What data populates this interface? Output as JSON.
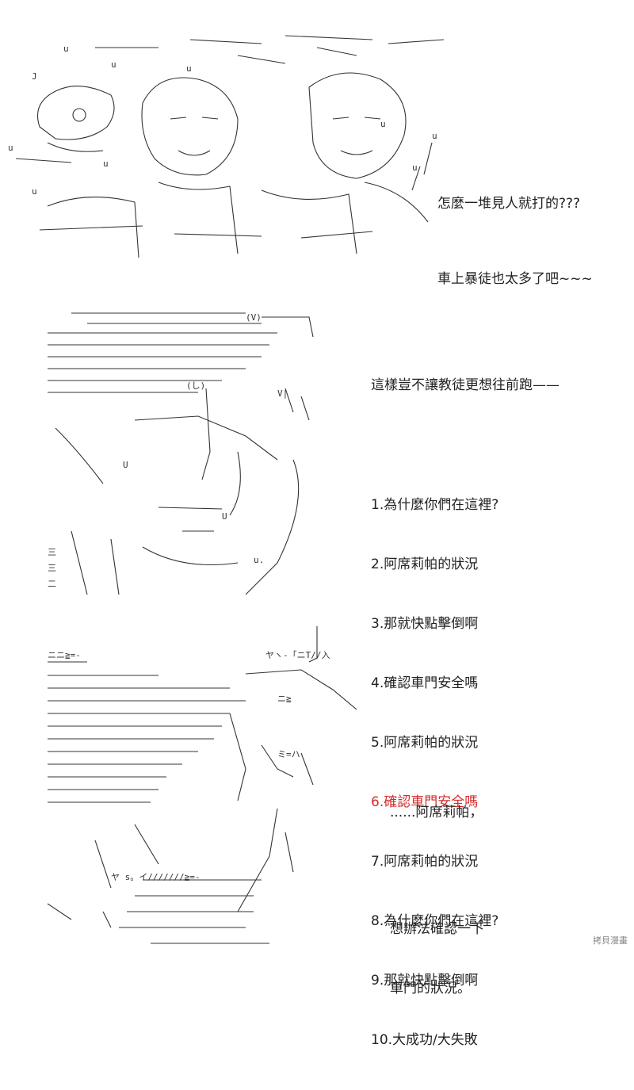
{
  "panel1": {
    "lines": [
      "怎麼一堆見人就打的???",
      "車上暴徒也太多了吧~~~"
    ]
  },
  "panel2": {
    "intro": "這樣豈不讓教徒更想往前跑——",
    "items": [
      {
        "text": "1.為什麼你們在這裡?",
        "highlight": false
      },
      {
        "text": "2.阿席莉帕的狀況",
        "highlight": false
      },
      {
        "text": "3.那就快點擊倒啊",
        "highlight": false
      },
      {
        "text": "4.確認車門安全嗎",
        "highlight": false
      },
      {
        "text": "5.阿席莉帕的狀況",
        "highlight": false
      },
      {
        "text": "6.確認車門安全嗎",
        "highlight": true
      },
      {
        "text": "7.阿席莉帕的狀況",
        "highlight": false
      },
      {
        "text": "8.為什麼你們在這裡?",
        "highlight": false
      },
      {
        "text": "9.那就快點擊倒啊",
        "highlight": false
      },
      {
        "text": "10.大成功/大失敗",
        "highlight": false
      }
    ]
  },
  "panel3": {
    "line1": "......阿席莉帕，",
    "line2": "想辦法確認一下",
    "line3": "車門的狀況。"
  },
  "watermark": "拷貝漫畫",
  "colors": {
    "highlight": "#d62d2d",
    "ink": "#222222"
  }
}
